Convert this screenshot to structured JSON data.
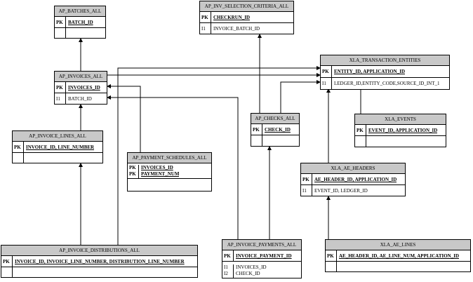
{
  "entities": {
    "ap_batches_all": {
      "title": "AP_BATCHES_ALL",
      "pk_tag": "PK",
      "pk": "BATCH_ID"
    },
    "ap_inv_selection_criteria_all": {
      "title": "AP_INV_SELECTION_CRITERIA_ALL",
      "pk_tag": "PK",
      "pk": "CHECKRUN_ID",
      "fk_tag": "I1",
      "fk": "INVOICE_BATCH_ID"
    },
    "xla_transaction_entities": {
      "title": "XLA_TRANSACTION_ENTITIES",
      "pk_tag": "PK",
      "pk": "ENTITY_ID, APPLICATION_ID",
      "fk_tag": "I1",
      "fk": "LEDGER_ID,ENTITY_CODE,SOURCE_ID_INT_1"
    },
    "ap_invoices_all": {
      "title": "AP_INVOICES_ALL",
      "pk_tag": "PK",
      "pk": "INVOICES_ID",
      "fk_tag": "I1",
      "fk": "BATCH_ID"
    },
    "ap_checks_all": {
      "title": "AP_CHECKS_ALL",
      "pk_tag": "PK",
      "pk": "CHECK_ID"
    },
    "xla_events": {
      "title": "XLA_EVENTS",
      "pk_tag": "PK",
      "pk": "EVENT_ID, APPLICATION_ID"
    },
    "ap_invoice_lines_all": {
      "title": "AP_INVOICE_LINES_ALL",
      "pk_tag": "PK",
      "pk": "INVOICE_ID, LINE_NUMBER"
    },
    "ap_payment_schedules_all": {
      "title": "AP_PAYMENT_SCHEDULES_ALL",
      "pk_tag1": "PK",
      "pk_tag2": "PK",
      "pk1": "INVOICES_ID",
      "pk2": "PAYMENT_NUM"
    },
    "xla_ae_headers": {
      "title": "XLA_AE_HEADERS",
      "pk_tag": "PK",
      "pk": "AE_HEADER_ID, APPLICATION_ID",
      "fk_tag": "I1",
      "fk": "EVENT_ID, LEDGER_ID"
    },
    "ap_invoice_distributions_all": {
      "title": "AP_INVOICE_DISTRIBUTIONS_ALL",
      "pk_tag": "PK",
      "pk": "INVOICE_ID, INVOICE_LINE_NUMBER, DISTRIBUTION_LINE_NUMBER"
    },
    "ap_invoice_payments_all": {
      "title": "AP_INVOICE_PAYMENTS_ALL",
      "pk_tag": "PK",
      "pk": "INVOICE_PAYMENT_ID",
      "fk_tag1": "I1",
      "fk_tag2": "I2",
      "fk1": "INVOICES_ID",
      "fk2": "CHECK_ID"
    },
    "xla_ae_lines": {
      "title": "XLA_AE_LINES",
      "pk_tag": "PK",
      "pk": "AE_HEADER_ID, AE_LINE_NUM, APPLICATION_ID"
    }
  }
}
